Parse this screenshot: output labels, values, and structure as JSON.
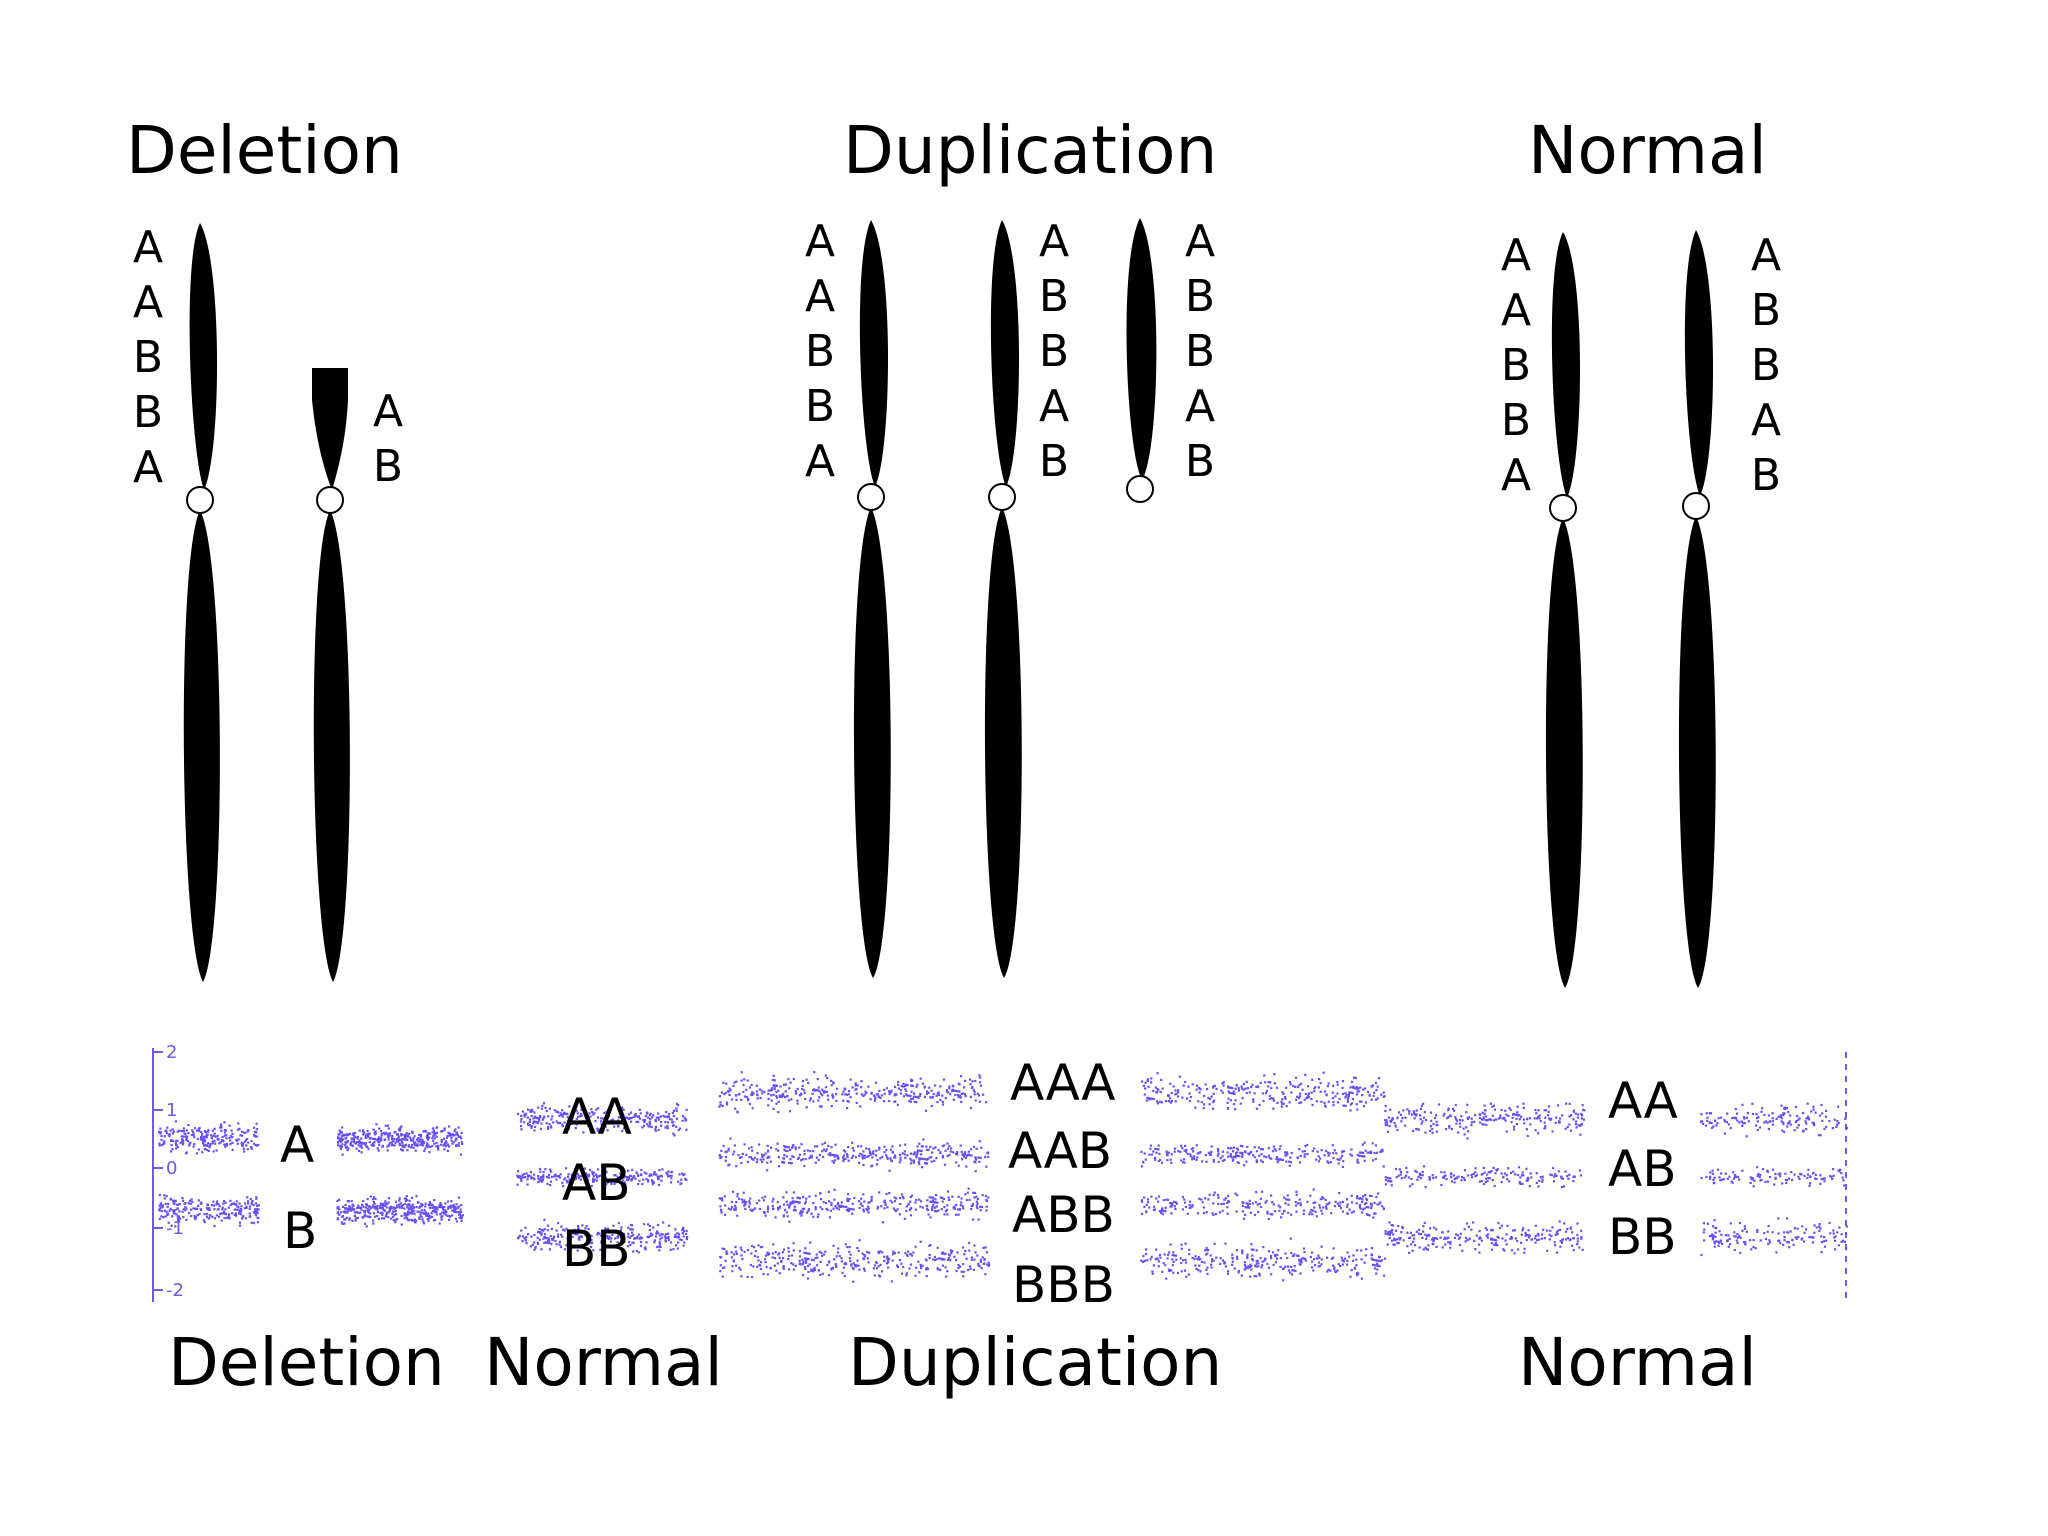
{
  "top": {
    "titles": {
      "deletion": "Deletion",
      "duplication": "Duplication",
      "normal": "Normal"
    },
    "deletion": {
      "left_alleles": [
        "A",
        "A",
        "B",
        "B",
        "A"
      ],
      "right_alleles": [
        "A",
        "B"
      ]
    },
    "duplication": {
      "left_alleles": [
        "A",
        "A",
        "B",
        "B",
        "A"
      ],
      "middle_alleles": [
        "A",
        "B",
        "B",
        "A",
        "B"
      ],
      "right_alleles": [
        "A",
        "B",
        "B",
        "A",
        "B"
      ]
    },
    "normal": {
      "left_alleles": [
        "A",
        "A",
        "B",
        "B",
        "A"
      ],
      "right_alleles": [
        "A",
        "B",
        "B",
        "A",
        "B"
      ]
    }
  },
  "plot": {
    "axis_ticks": [
      "2",
      "1",
      "0",
      "-1",
      "-2"
    ],
    "dot_color": "#6a4ff2",
    "deletion_labels": [
      "A",
      "B"
    ],
    "normal1_labels": [
      "AA",
      "AB",
      "BB"
    ],
    "duplication_labels": [
      "AAA",
      "AAB",
      "ABB",
      "BBB"
    ],
    "normal2_labels": [
      "AA",
      "AB",
      "BB"
    ]
  },
  "bottom": {
    "deletion": "Deletion",
    "normal1": "Normal",
    "duplication": "Duplication",
    "normal2": "Normal"
  }
}
